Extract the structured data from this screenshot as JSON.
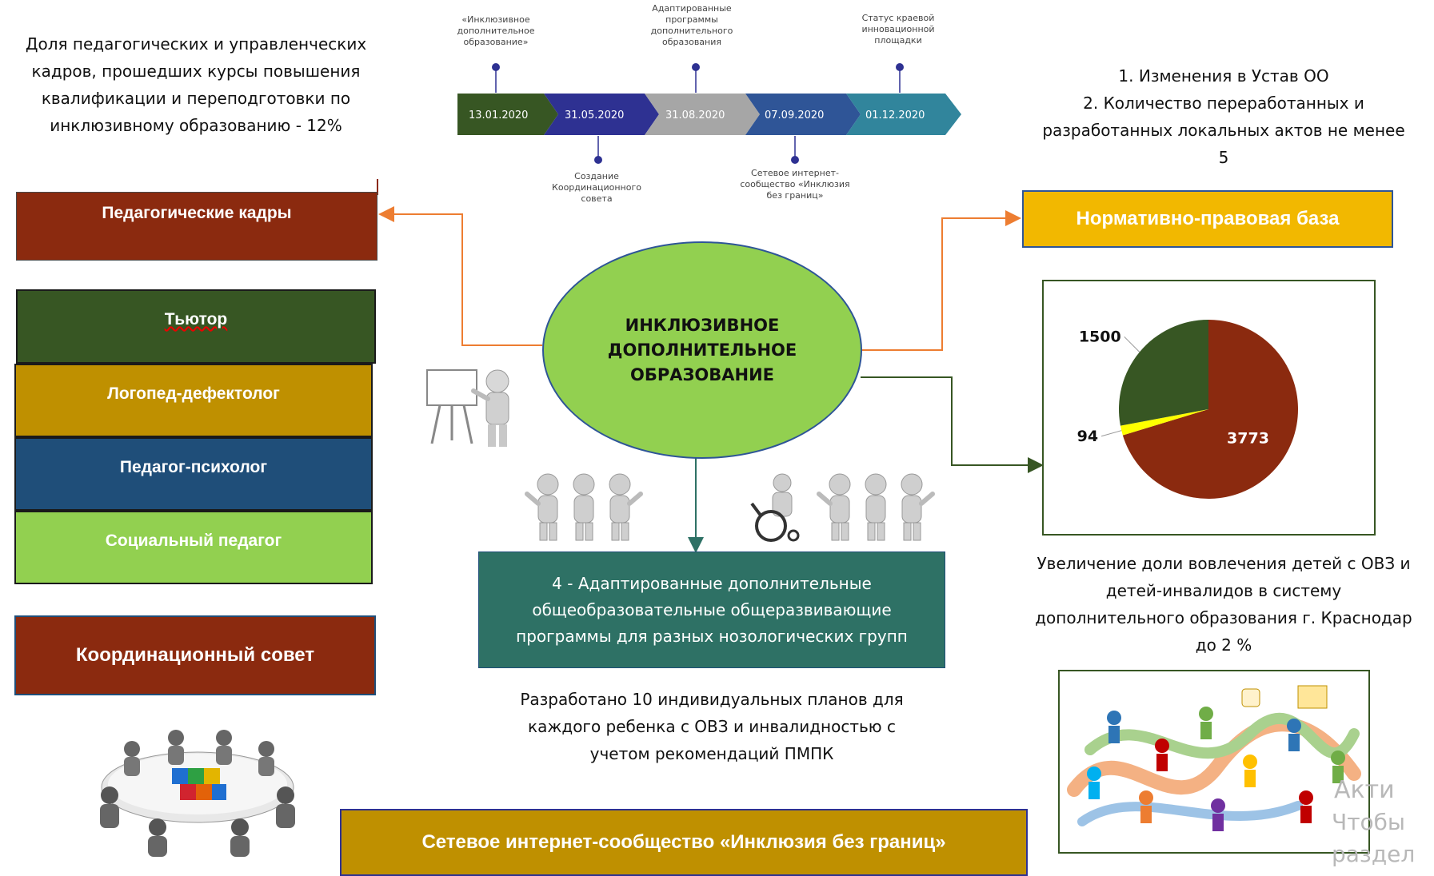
{
  "left": {
    "intro_text": "Доля педагогических и управленческих кадров, прошедших курсы повышения квалификации и переподготовки по инклюзивному образованию - 12%",
    "staff_box": "Педагогические кадры",
    "roles": [
      "Тьютор",
      "Логопед-дефектолог",
      "Педагог-психолог",
      "Социальный педагог"
    ],
    "council_box": "Координационный совет"
  },
  "timeline": {
    "dates": [
      "13.01.2020",
      "31.05.2020",
      "31.08.2020",
      "07.09.2020",
      "01.12.2020"
    ],
    "above_labels": [
      "«Инклюзивное дополнительное образование»",
      "Адаптированные программы дополнительного образования",
      "Статус краевой инновационной площадки"
    ],
    "below_labels": [
      "Создание Координационного совета",
      "Сетевое интернет-сообщество «Инклюзия без границ»"
    ]
  },
  "center": {
    "ellipse_text": "ИНКЛЮЗИВНОЕ ДОПОЛНИТЕЛЬНОЕ ОБРАЗОВАНИЕ",
    "programs_box": "4 - Адаптированные дополнительные общеобразовательные общеразвивающие программы для разных нозологических групп",
    "plans_text": "Разработано 10 индивидуальных планов для каждого ребенка с ОВЗ и инвалидностью с учетом рекомендаций ПМПК",
    "network_box": "Сетевое интернет-сообщество «Инклюзия без границ»"
  },
  "right": {
    "charter_text_1": "1. Изменения в Устав ОО",
    "charter_text_2": "2. Количество переработанных и разработанных локальных актов не менее 5",
    "legal_box": "Нормативно-правовая база",
    "increase_text": "Увеличение доли вовлечения детей с ОВЗ и детей-инвалидов в систему дополнительного образования г. Краснодар до 2 %"
  },
  "watermark": [
    "Акти",
    "Чтобы",
    "раздел"
  ],
  "colors": {
    "dark_red": "#8b2a0f",
    "dark_green": "#375623",
    "mustard": "#bf9000",
    "steel_blue": "#1f4e79",
    "light_green": "#92d050",
    "teal": "#2e7165",
    "gold": "#f2b800",
    "ellipse_green": "#92d050",
    "pie_yellow": "#ffff00",
    "timeline_green": "#375623",
    "timeline_navy": "#2e3192",
    "timeline_gray": "#a6a6a6",
    "timeline_blue": "#2f5597",
    "timeline_teal": "#31859c",
    "arrow_orange": "#ed7d31",
    "arrow_green": "#375623",
    "arrow_teal": "#2e7165"
  },
  "chart_data": {
    "type": "pie",
    "categories": [
      "3773",
      "94",
      "1500"
    ],
    "values": [
      3773,
      94,
      1500
    ],
    "colors": [
      "#8b2a0f",
      "#ffff00",
      "#375623"
    ]
  }
}
